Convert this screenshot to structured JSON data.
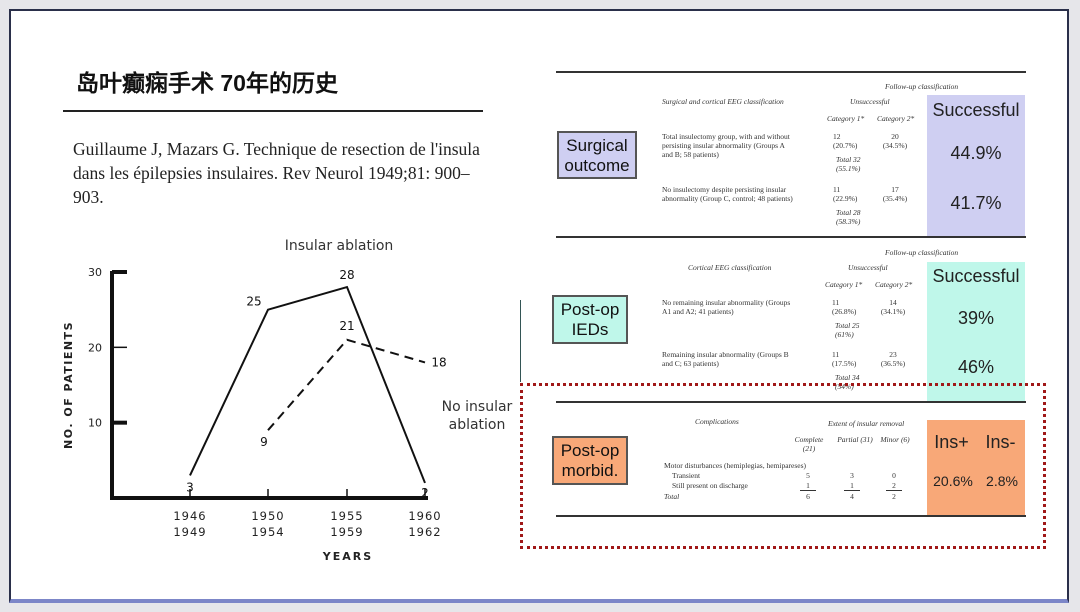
{
  "title": "岛叶癫痫手术 70年的历史",
  "citation": "Guillaume J, Mazars G. Technique de resection de l'insula dans les épilepsies insulaires. Rev Neurol 1949;81: 900–903.",
  "chart_data": {
    "type": "line",
    "ylabel": "NO. OF PATIENTS",
    "xlabel": "YEARS",
    "categories": [
      [
        "1946",
        "1949"
      ],
      [
        "1950",
        "1954"
      ],
      [
        "1955",
        "1959"
      ],
      [
        "1960",
        "1962"
      ]
    ],
    "yticks": [
      "10",
      "20",
      "30"
    ],
    "ylim": [
      0,
      30
    ],
    "series": [
      {
        "name": "Insular ablation",
        "style": "solid",
        "values": [
          3,
          25,
          28,
          2
        ],
        "labels": [
          "3",
          "25",
          "28",
          "2"
        ]
      },
      {
        "name": "No insular ablation",
        "style": "dashed",
        "values": [
          null,
          9,
          21,
          18
        ],
        "labels": [
          "",
          "9",
          "21",
          "18"
        ]
      }
    ]
  },
  "tables": {
    "surgical": {
      "label": "Surgical outcome",
      "header": "Surgical and cortical EEG classification",
      "followup": "Follow-up classification",
      "unsuccessful": "Unsuccessful",
      "cat1": "Category 1*",
      "cat2": "Category 2*",
      "success_header": "Successful",
      "rows": [
        {
          "desc": "Total insulectomy group, with and without persisting insular abnormality (Groups A and B; 58 patients)",
          "c1": "12 (20.7%)",
          "c2": "20 (34.5%)",
          "total": "Total 32 (55.1%)",
          "success": "44.9%"
        },
        {
          "desc": "No insulectomy despite persisting insular abnormality (Group C, control; 48 patients)",
          "c1": "11 (22.9%)",
          "c2": "17 (35.4%)",
          "total": "Total 28 (58.3%)",
          "success": "41.7%"
        }
      ]
    },
    "ieds": {
      "label": "Post-op IEDs",
      "header": "Cortical EEG classification",
      "followup": "Follow-up classification",
      "unsuccessful": "Unsuccessful",
      "cat1": "Category 1*",
      "cat2": "Category 2*",
      "success_header": "Successful",
      "rows": [
        {
          "desc": "No remaining insular abnormality (Groups A1 and A2; 41 patients)",
          "c1": "11 (26.8%)",
          "c2": "14 (34.1%)",
          "total": "Total 25 (61%)",
          "success": "39%"
        },
        {
          "desc": "Remaining insular abnormality (Groups B and C; 63 patients)",
          "c1": "11 (17.5%)",
          "c2": "23 (36.5%)",
          "total": "Total 34 (54%)",
          "success": "46%"
        }
      ]
    },
    "morbid": {
      "label": "Post-op morbid.",
      "header": "Complications",
      "extent": "Extent of insular removal",
      "cols": [
        "Complete (21)",
        "Partial (31)",
        "Minor (6)"
      ],
      "group": "Motor disturbances (hemiplegias, hemipareses)",
      "rows": [
        {
          "desc": "Transient",
          "v": [
            "5",
            "3",
            "0"
          ]
        },
        {
          "desc": "Still present on discharge",
          "v": [
            "1",
            "1",
            "2"
          ]
        },
        {
          "desc": "Total",
          "v": [
            "6",
            "4",
            "2"
          ]
        }
      ],
      "ins_plus": "Ins+",
      "ins_minus": "Ins-",
      "ins_plus_val": "20.6%",
      "ins_minus_val": "2.8%"
    }
  },
  "colors": {
    "purple": "#cfcff2",
    "teal": "#bff7ea",
    "orange": "#f8a878",
    "red": "#a01818"
  }
}
